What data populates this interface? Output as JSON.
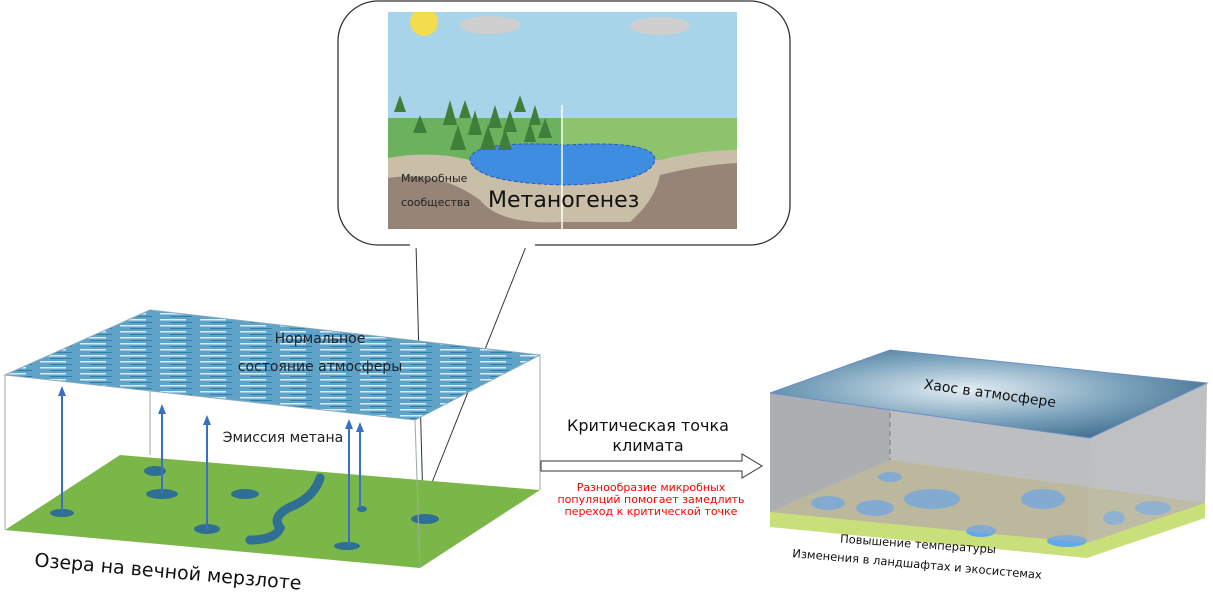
{
  "callout": {
    "microbial_line1": "Микробные",
    "microbial_line2": "сообщества",
    "methanogenesis": "Метаногенез"
  },
  "left_box": {
    "atmosphere_line1": "Нормальное",
    "atmosphere_line2": "состояние атмосферы",
    "emission": "Эмиссия метана",
    "ground": "Озера на вечной мерзлоте"
  },
  "transition": {
    "title_line1": "Критическая точка",
    "title_line2": "климата",
    "note_line1": "Разнообразие микробных",
    "note_line2": "популяций помогает замедлить",
    "note_line3": "переход к критической точке",
    "note_color": "#ff0000"
  },
  "right_box": {
    "atmosphere": "Хаос в атмосфере",
    "temperature": "Повышение температуры",
    "changes": "Изменения в ландшафтах и экосистемах"
  }
}
